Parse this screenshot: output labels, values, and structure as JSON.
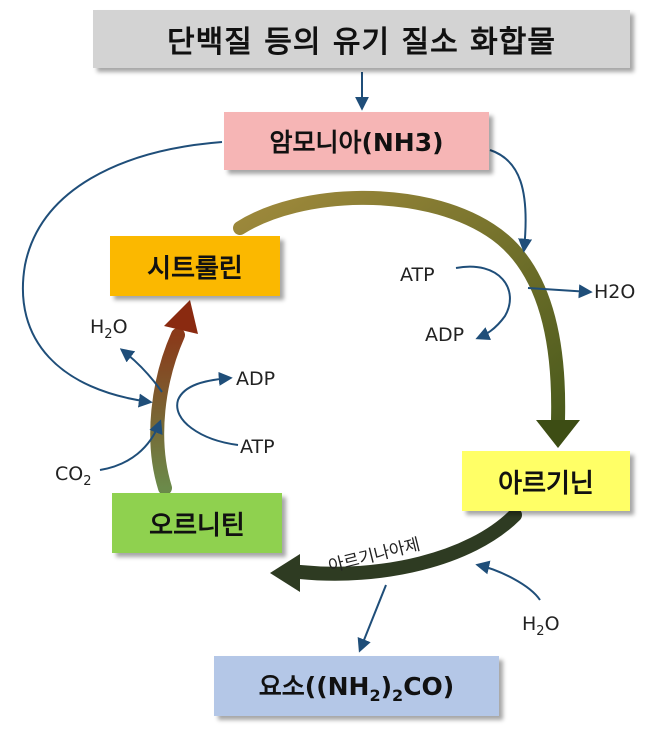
{
  "title": "단백질 등의 유기 질소 화합물",
  "nodes": {
    "ammonia": "암모니아(NH3)",
    "citrulline": "시트룰린",
    "arginine": "아르기닌",
    "ornithine": "오르니틴",
    "urea_prefix": "요소((NH",
    "urea_sub": "2",
    "urea_mid": ")",
    "urea_sub2": "2",
    "urea_suffix": "CO)"
  },
  "labels": {
    "atp_right": "ATP",
    "adp_right": "ADP",
    "h2o_right_product": "H2O",
    "h2o_left_main": "H",
    "h2o_left_sub": "2",
    "h2o_left_o": "O",
    "adp_left": "ADP",
    "atp_left": "ATP",
    "co2_main": "CO",
    "co2_sub": "2",
    "h2o_bottom_main": "H",
    "h2o_bottom_sub": "2",
    "h2o_bottom_o": "O",
    "arginase": "아르기나아제"
  },
  "colors": {
    "title_bg": "#d3d3d3",
    "ammonia_bg": "#f6b5b5",
    "citrulline_bg": "#fbb800",
    "arginine_bg": "#ffff66",
    "ornithine_bg": "#8fd14f",
    "urea_bg": "#b4c7e7",
    "arrow_thin": "#1f4e79"
  }
}
